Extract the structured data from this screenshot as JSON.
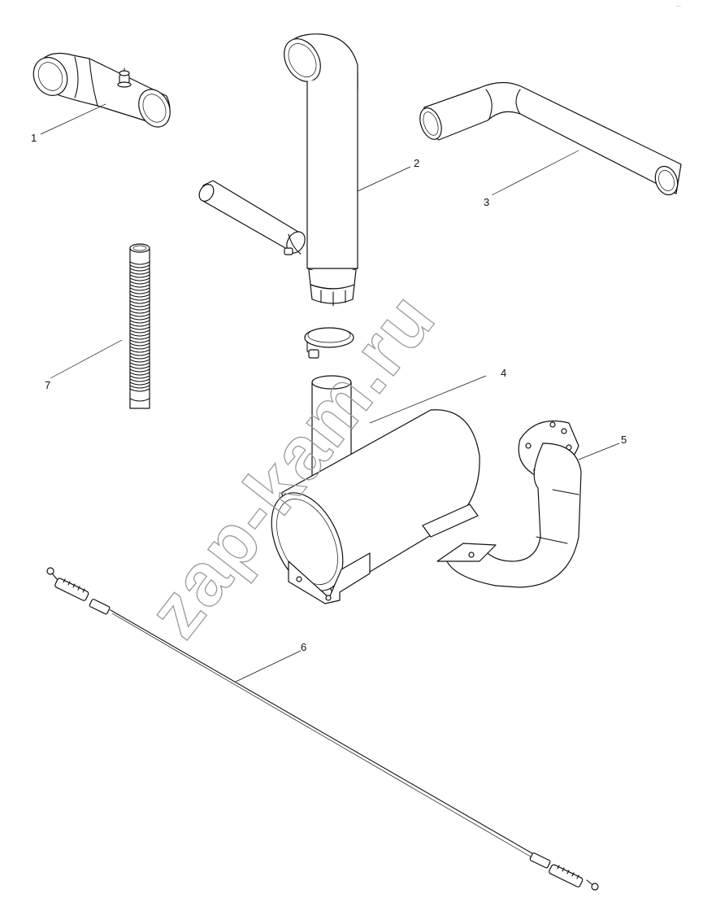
{
  "watermark": "zap-kam.ru",
  "corner_mark": "...",
  "callouts": [
    {
      "id": "callout-1",
      "label": "1"
    },
    {
      "id": "callout-2",
      "label": "2"
    },
    {
      "id": "callout-3",
      "label": "3"
    },
    {
      "id": "callout-4",
      "label": "4"
    },
    {
      "id": "callout-5",
      "label": "5"
    },
    {
      "id": "callout-6",
      "label": "6"
    },
    {
      "id": "callout-7",
      "label": "7"
    }
  ]
}
